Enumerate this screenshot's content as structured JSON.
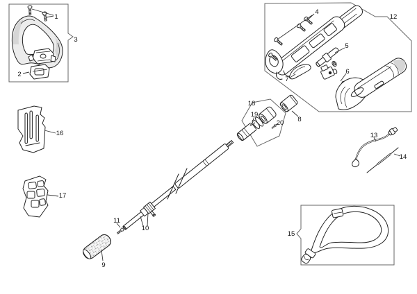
{
  "figure": {
    "type": "exploded-parts-diagram",
    "background": "#ffffff",
    "line_color": "#222222",
    "box_line_color": "#666666",
    "label_color": "#111111",
    "shading_color": "#ececec",
    "callouts": [
      "1",
      "2",
      "3",
      "4",
      "5",
      "6",
      "7",
      "8",
      "9",
      "10",
      "11",
      "12",
      "13",
      "14",
      "15",
      "16",
      "17",
      "18",
      "19",
      "20"
    ]
  }
}
